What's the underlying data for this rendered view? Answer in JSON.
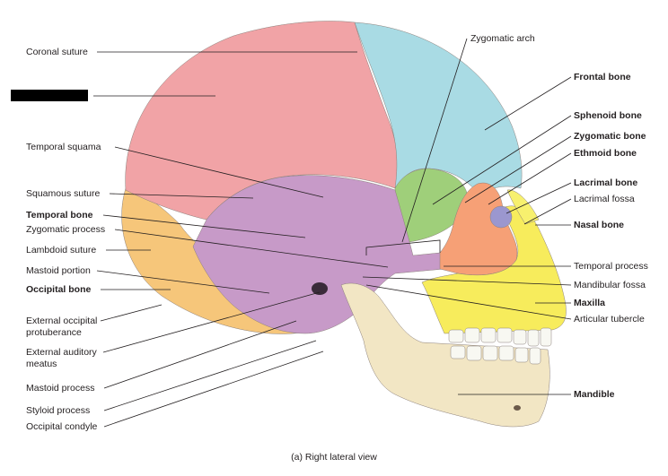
{
  "caption": "(a) Right lateral view",
  "colors": {
    "parietal": "#f1a3a6",
    "frontal": "#a9dbe4",
    "temporal": "#c79ac8",
    "occipital": "#f6c67a",
    "sphenoid": "#9fcf7a",
    "zygomatic": "#f6a076",
    "maxilla": "#f7ec5c",
    "mandible": "#f2e6c4",
    "lacrimal": "#9b97cf",
    "nasal": "#f7f06e",
    "teeth": "#f8f8f2"
  },
  "left_labels": {
    "coronal_suture": "Coronal suture",
    "temporal_squama": "Temporal squama",
    "squamous_suture": "Squamous suture",
    "temporal_bone": "Temporal bone",
    "zygomatic_process": "Zygomatic process",
    "lambdoid_suture": "Lambdoid suture",
    "mastoid_portion": "Mastoid portion",
    "occipital_bone": "Occipital bone",
    "external_occipital_1": "External occipital",
    "external_occipital_2": "protuberance",
    "external_auditory_1": "External auditory",
    "external_auditory_2": "meatus",
    "mastoid_process": "Mastoid process",
    "styloid_process": "Styloid process",
    "occipital_condyle": "Occipital condyle"
  },
  "right_labels": {
    "zygomatic_arch": "Zygomatic arch",
    "frontal_bone": "Frontal bone",
    "sphenoid_bone": "Sphenoid bone",
    "zygomatic_bone": "Zygomatic bone",
    "ethmoid_bone": "Ethmoid bone",
    "lacrimal_bone": "Lacrimal bone",
    "lacrimal_fossa": "Lacrimal fossa",
    "nasal_bone": "Nasal bone",
    "temporal_process": "Temporal process",
    "mandibular_fossa": "Mandibular fossa",
    "maxilla": "Maxilla",
    "articular_tubercle": "Articular tubercle",
    "mandible": "Mandible"
  }
}
